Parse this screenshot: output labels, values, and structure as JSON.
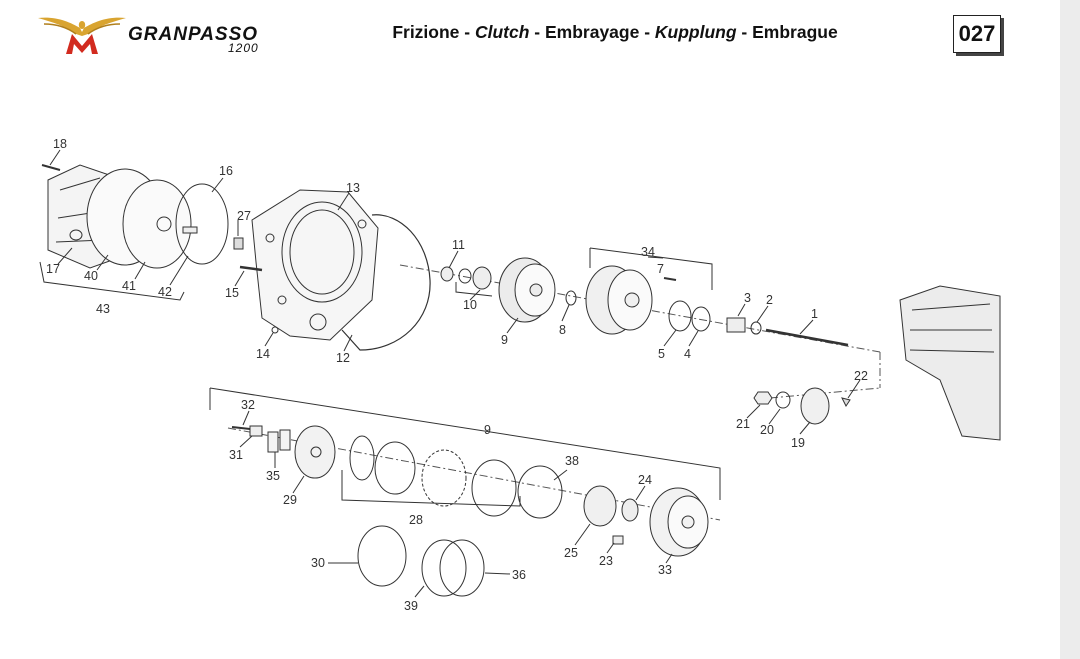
{
  "header": {
    "brand_name": "GRANPASSO",
    "brand_model": "1200",
    "title_segments": [
      {
        "text": "Frizione",
        "italic": false
      },
      {
        "text": " - ",
        "italic": false
      },
      {
        "text": "Clutch",
        "italic": true
      },
      {
        "text": " - ",
        "italic": false
      },
      {
        "text": "Embrayage",
        "italic": false
      },
      {
        "text": " - ",
        "italic": false
      },
      {
        "text": "Kupplung",
        "italic": true
      },
      {
        "text": " - ",
        "italic": false
      },
      {
        "text": "Embrague",
        "italic": false
      }
    ],
    "page_number": "027"
  },
  "colors": {
    "logo_gold": "#d9a430",
    "logo_red": "#d22b1f",
    "line": "#333333",
    "part_fill": "#f4f4f4"
  },
  "callouts": [
    {
      "num": "1"
    },
    {
      "num": "2"
    },
    {
      "num": "3"
    },
    {
      "num": "4"
    },
    {
      "num": "5"
    },
    {
      "num": "7"
    },
    {
      "num": "8"
    },
    {
      "num": "9"
    },
    {
      "num": "9"
    },
    {
      "num": "10"
    },
    {
      "num": "11"
    },
    {
      "num": "12"
    },
    {
      "num": "13"
    },
    {
      "num": "14"
    },
    {
      "num": "15"
    },
    {
      "num": "16"
    },
    {
      "num": "17"
    },
    {
      "num": "18"
    },
    {
      "num": "19"
    },
    {
      "num": "20"
    },
    {
      "num": "21"
    },
    {
      "num": "22"
    },
    {
      "num": "23"
    },
    {
      "num": "24"
    },
    {
      "num": "25"
    },
    {
      "num": "27"
    },
    {
      "num": "28"
    },
    {
      "num": "29"
    },
    {
      "num": "30"
    },
    {
      "num": "31"
    },
    {
      "num": "32"
    },
    {
      "num": "33"
    },
    {
      "num": "34"
    },
    {
      "num": "35"
    },
    {
      "num": "36"
    },
    {
      "num": "38"
    },
    {
      "num": "39"
    },
    {
      "num": "40"
    },
    {
      "num": "41"
    },
    {
      "num": "42"
    },
    {
      "num": "43"
    }
  ]
}
